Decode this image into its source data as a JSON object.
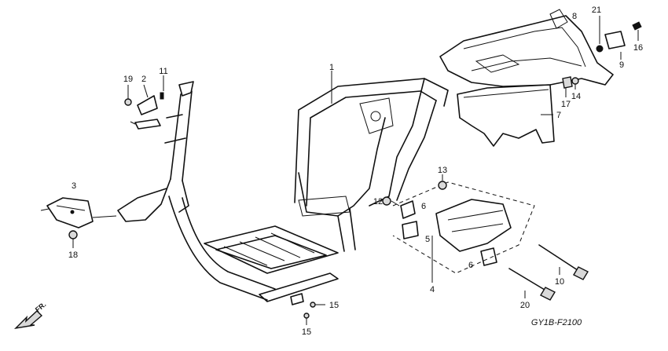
{
  "callouts": [
    "1",
    "2",
    "3",
    "4",
    "5",
    "6",
    "6",
    "7",
    "8",
    "9",
    "10",
    "11",
    "12",
    "13",
    "14",
    "15",
    "15",
    "16",
    "17",
    "18",
    "19",
    "20",
    "21"
  ],
  "direction_label": "FR.",
  "drawing_code": "GY1B-F2100"
}
